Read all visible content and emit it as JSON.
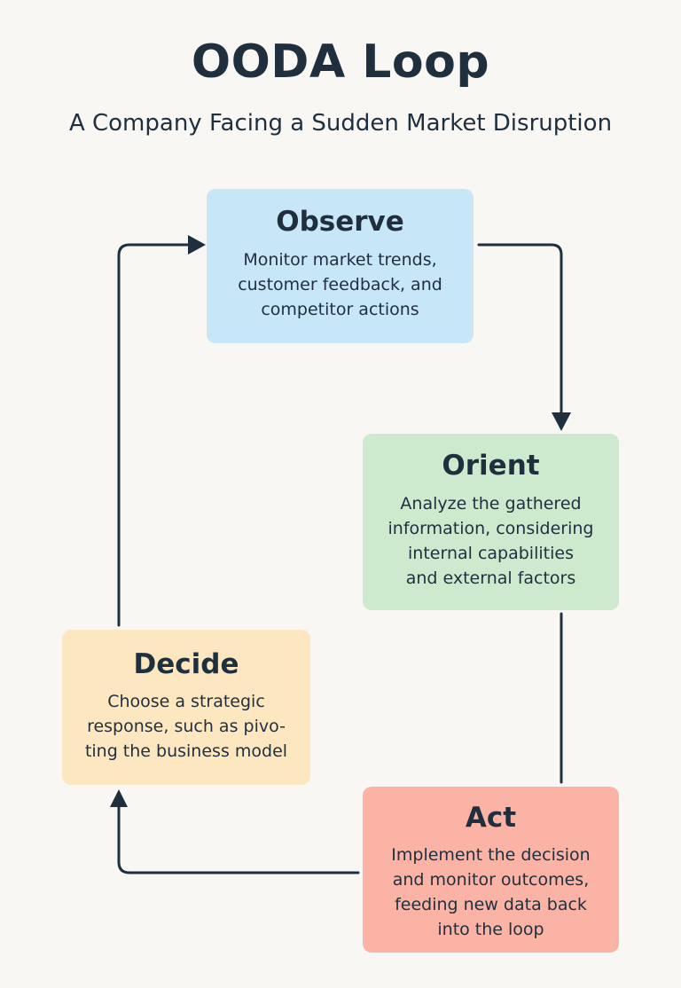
{
  "title": "OODA Loop",
  "subtitle": "A Company Facing a Sudden Market Disruption",
  "colors": {
    "text": "#1f2f3e",
    "arrow": "#1f2f3e",
    "observe": "#c7e6f7",
    "orient": "#cdeacf",
    "decide": "#fde7c0",
    "act": "#fbb3a6",
    "background": "#f8f7f4"
  },
  "steps": {
    "observe": {
      "heading": "Observe",
      "description": "Monitor market trends,\n customer feedback, and\ncompetitor actions"
    },
    "orient": {
      "heading": "Orient",
      "description": "Analyze the gathered\ninformation, considering\ninternal capabilities\nand external factors"
    },
    "decide": {
      "heading": "Decide",
      "description": "Choose a strategic\nresponse, such as pivo-\nting the business model"
    },
    "act": {
      "heading": "Act",
      "description": "Implement the decision\nand monitor outcomes,\nfeeding new data back\ninto the loop"
    }
  }
}
